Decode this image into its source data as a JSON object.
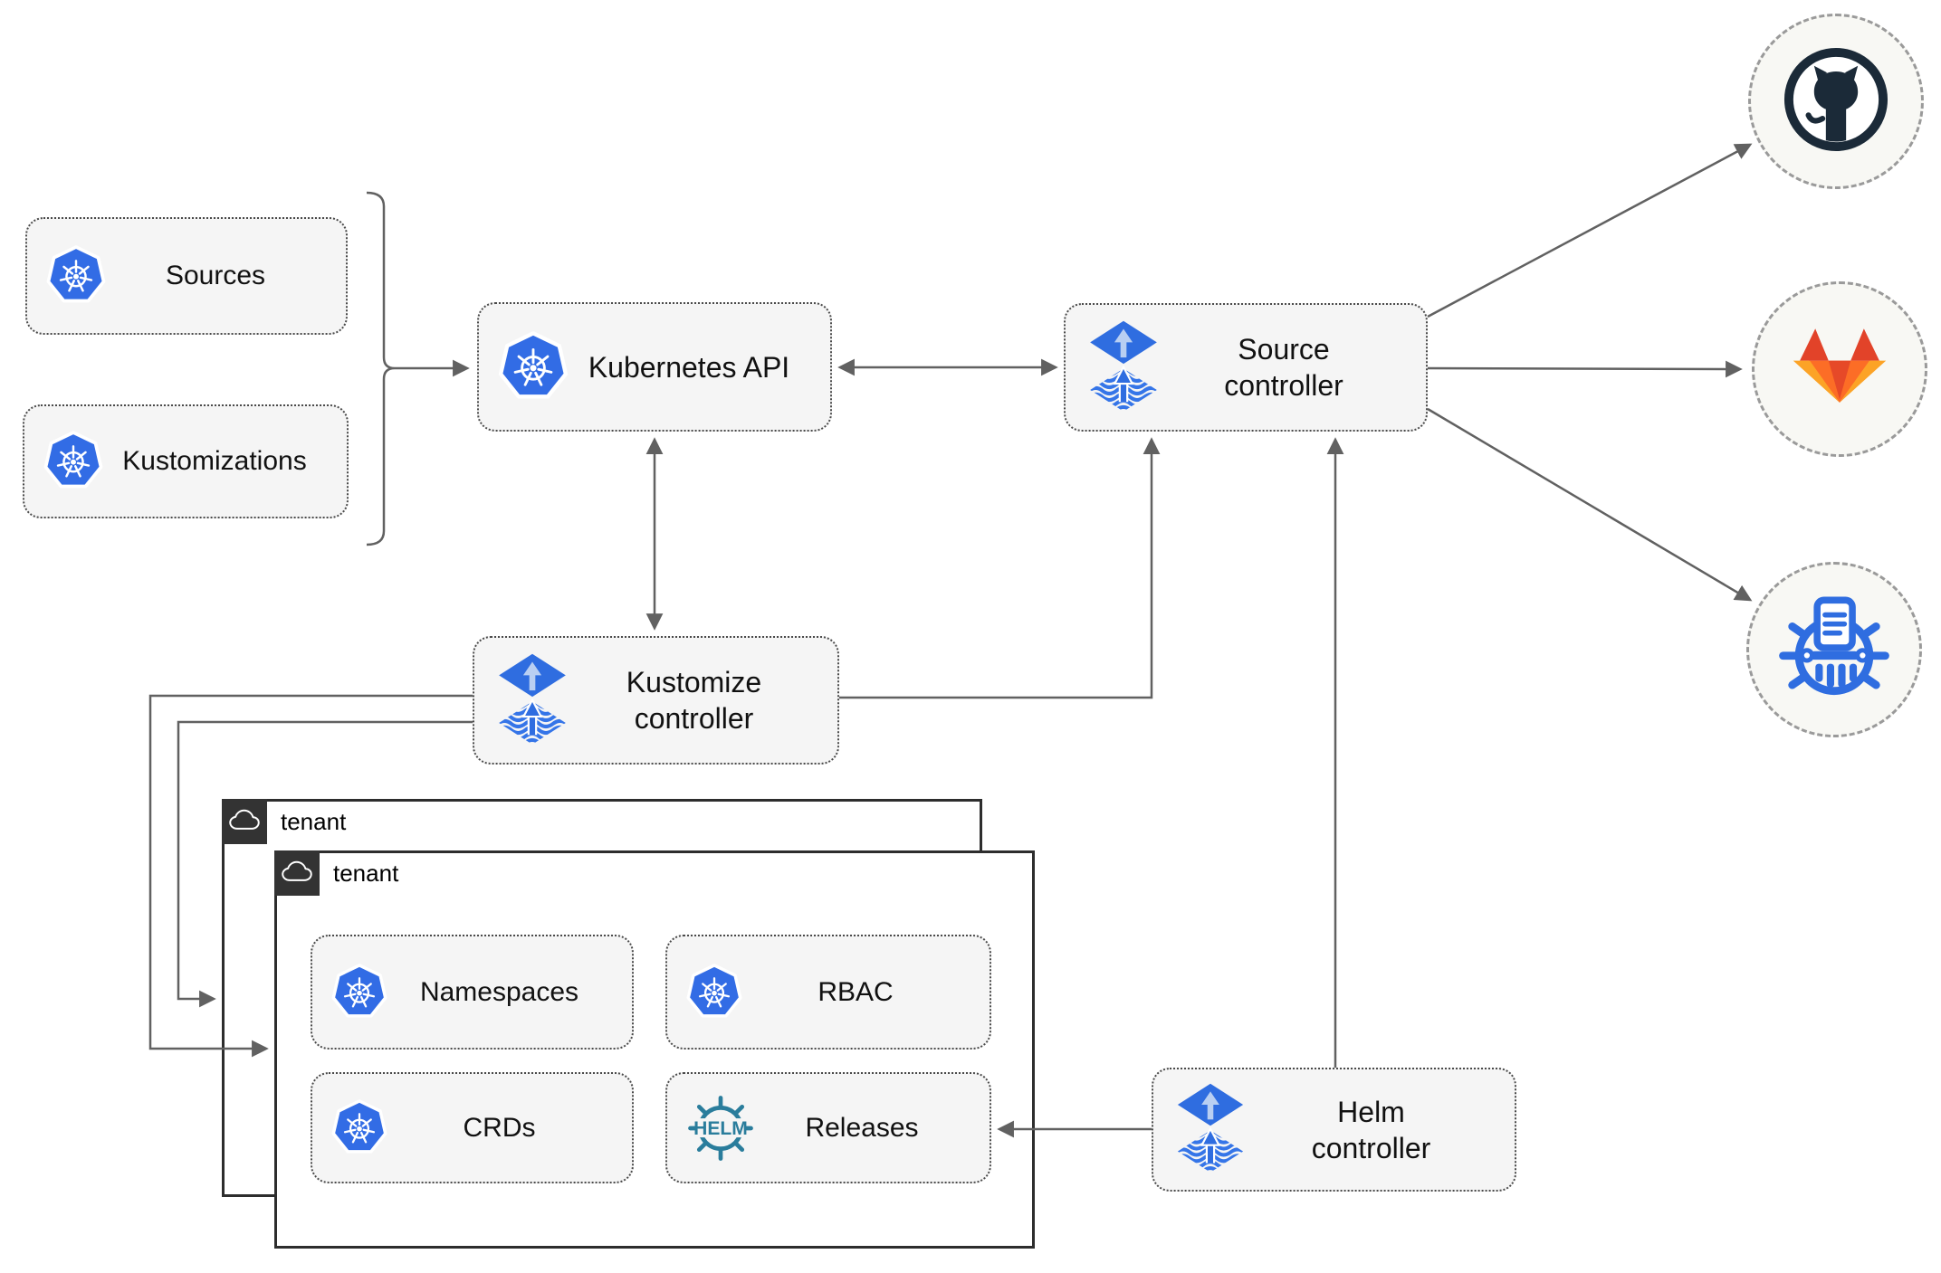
{
  "diagram": {
    "left_group": {
      "sources": {
        "label": "Sources",
        "icon": "kubernetes-icon"
      },
      "kustomizations": {
        "label": "Kustomizations",
        "icon": "kubernetes-icon"
      }
    },
    "api": {
      "label": "Kubernetes API",
      "icon": "kubernetes-icon"
    },
    "controllers": {
      "source": {
        "label": "Source\ncontroller",
        "icon": "flux-icon"
      },
      "kustomize": {
        "label": "Kustomize\ncontroller",
        "icon": "flux-icon"
      },
      "helm": {
        "label": "Helm\ncontroller",
        "icon": "flux-icon"
      }
    },
    "tenants": {
      "back": {
        "label": "tenant",
        "icon": "cloud-icon"
      },
      "front": {
        "label": "tenant",
        "icon": "cloud-icon"
      },
      "resources": {
        "namespaces": {
          "label": "Namespaces",
          "icon": "kubernetes-icon"
        },
        "rbac": {
          "label": "RBAC",
          "icon": "kubernetes-icon"
        },
        "crds": {
          "label": "CRDs",
          "icon": "kubernetes-icon"
        },
        "releases": {
          "label": "Releases",
          "icon": "helm-icon"
        }
      }
    },
    "remotes": {
      "github": {
        "icon": "github-icon"
      },
      "gitlab": {
        "icon": "gitlab-icon"
      },
      "registry": {
        "icon": "oci-registry-icon"
      }
    },
    "icons": {
      "helm_wordmark": "HELM"
    },
    "colors": {
      "kubernetes_blue": "#326ce5",
      "flux_blue": "#2f6de0",
      "flux_light_arrow": "#b9cff2",
      "helm_teal": "#2a7d9c",
      "github_dark": "#1b2a38",
      "gitlab_dark_orange": "#e24329",
      "gitlab_orange": "#fc6d26",
      "gitlab_light_orange": "#fca326",
      "connector_gray": "#616161",
      "node_background": "#f5f5f5",
      "tenant_tab": "#333333"
    }
  }
}
